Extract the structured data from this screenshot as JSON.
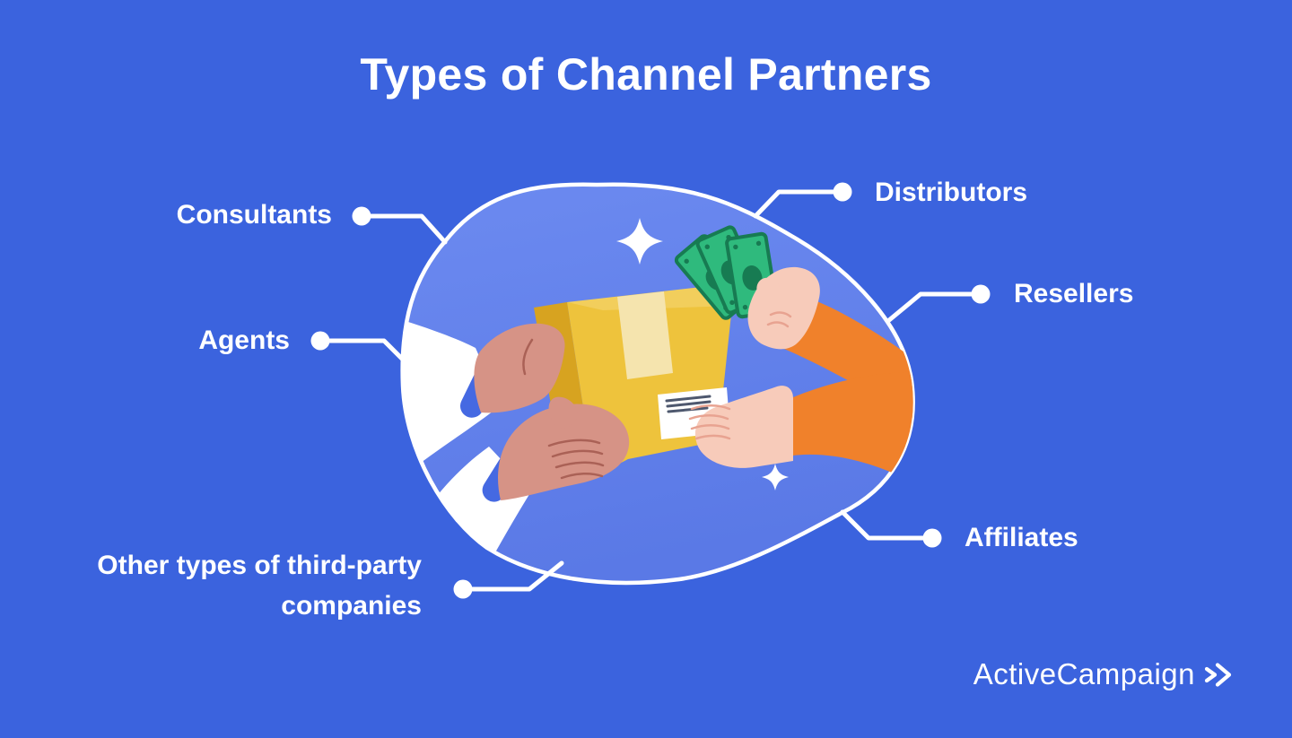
{
  "header": {
    "title": "Types of Channel Partners"
  },
  "diagram": {
    "labels": [
      {
        "id": "consultants",
        "text": "Consultants",
        "side": "left"
      },
      {
        "id": "agents",
        "text": "Agents",
        "side": "left"
      },
      {
        "id": "other",
        "text": "Other types of third-party companies",
        "side": "left"
      },
      {
        "id": "distributors",
        "text": "Distributors",
        "side": "right"
      },
      {
        "id": "resellers",
        "text": "Resellers",
        "side": "right"
      },
      {
        "id": "affiliates",
        "text": "Affiliates",
        "side": "right"
      }
    ],
    "illustration": {
      "name": "package-for-money-handoff",
      "description": "Hands in white sleeves handing a cardboard package to hands in orange sleeves holding cash",
      "icons": [
        "package-box",
        "money-bills-icon",
        "sparkle-icon",
        "shipping-label"
      ]
    }
  },
  "footer": {
    "brand": "ActiveCampaign",
    "logo_icon": "double-chevron-right-icon"
  },
  "colors": {
    "background": "#3B63DE",
    "blob_top": "#6C8AF0",
    "blob_bottom": "#5A79E6",
    "text": "#FFFFFF",
    "box_front": "#EEC33C",
    "box_side": "#D7A320",
    "box_top": "#F2CE5C",
    "box_tape": "#F5E4AE",
    "shipping_label": "#FFFFFF",
    "label_line": "#4E586E",
    "money_green": "#2FBA7D",
    "money_dark": "#177B52",
    "sleeve_orange": "#F0812B",
    "sleeve_white": "#FFFFFF",
    "cuff_blue": "#4569E2",
    "skin_giver": "#D69386",
    "skin_giver_line": "#AA6156",
    "skin_receiver": "#F7CBBA",
    "skin_receiver_line": "#E8A391",
    "connector": "#FFFFFF"
  }
}
